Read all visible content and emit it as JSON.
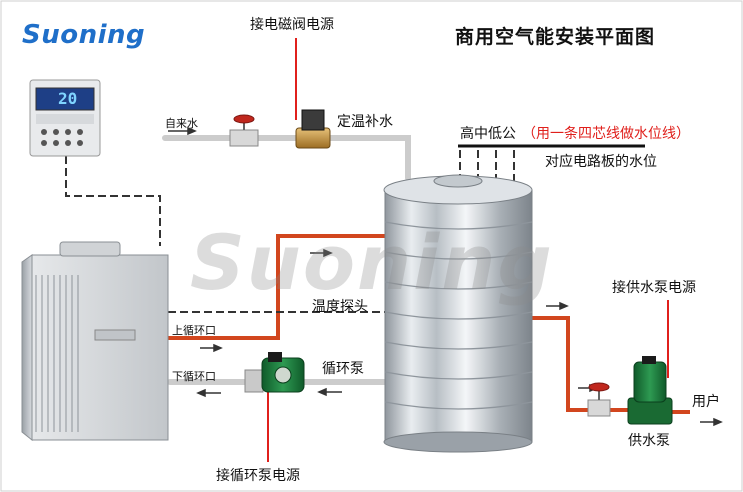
{
  "brand": {
    "logo": "Suoning",
    "watermark": "Suoning"
  },
  "title": "商用空气能安装平面图",
  "labels": {
    "solenoid_power": "接电磁阀电源",
    "tap_water": "自来水",
    "makeup_water": "定温补水",
    "level_prefix": "高中低公",
    "level_note": "（用一条四芯线做水位线）",
    "level_board": "对应电路板的水位",
    "temp_probe": "温度探头",
    "upper_loop": "上循环口",
    "lower_loop": "下循环口",
    "circ_pump": "循环泵",
    "circ_pump_power": "接循环泵电源",
    "supply_pump_power": "接供水泵电源",
    "user": "用户",
    "supply_pump": "供水泵"
  },
  "controller": {
    "display": "20"
  },
  "colors": {
    "hot_pipe": "#d2461e",
    "cold_pipe": "#c8c8c8",
    "wire": "#e0201c",
    "dashed": "#333333",
    "logo": "#1f6fc9",
    "pump_green": "#1d7a3c"
  }
}
